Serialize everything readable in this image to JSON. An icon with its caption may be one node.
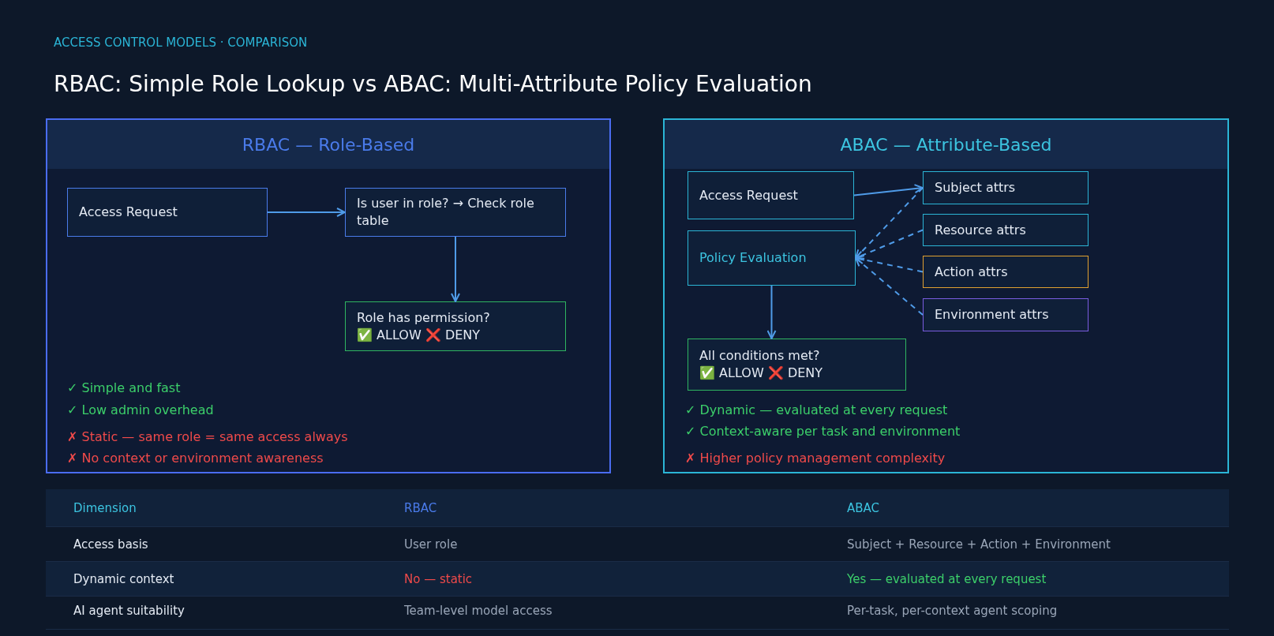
{
  "diagram": {
    "title": "RBAC: Simple Role Lookup vs ABAC: Multi-Attribute Policy Evaluation",
    "nodes": [
      {
        "text": [
          "RBAC — Role-Based"
        ]
      },
      {
        "text": [
          "Access Request"
        ],
        "in": 0
      },
      {
        "text": [
          "Is user in role? → Check role table"
        ],
        "in": 0
      },
      {
        "text": [
          "Role has permission?",
          "✅ ALLOW ❌ DENY"
        ],
        "in": 0
      },
      {
        "text": [
          "ABAC — Attribute-Based"
        ]
      },
      {
        "text": [
          "Access Request"
        ],
        "in": 4
      },
      {
        "text": [
          "Subject attrs"
        ],
        "in": 4
      },
      {
        "text": [
          "Resource attrs"
        ],
        "in": 4
      },
      {
        "text": [
          "Action attrs"
        ],
        "in": 4
      },
      {
        "text": [
          "Environment attrs"
        ],
        "in": 4
      },
      {
        "text": [
          "Policy Evaluation"
        ],
        "in": 4
      },
      {
        "text": [
          "All conditions met?",
          "✅ ALLOW ❌ DENY"
        ],
        "in": 4
      }
    ],
    "edges": [
      {
        "from": 1,
        "to": 2,
        "arrow": "to"
      },
      {
        "from": 2,
        "to": 3,
        "arrow": "to"
      },
      {
        "from": 5,
        "to": 6,
        "arrow": "to"
      },
      {
        "from": 6,
        "to": 10,
        "arrow": "to",
        "style": "dashed"
      },
      {
        "from": 7,
        "to": 10,
        "arrow": "to",
        "style": "dashed"
      },
      {
        "from": 8,
        "to": 10,
        "arrow": "to",
        "style": "dashed"
      },
      {
        "from": 9,
        "to": 10,
        "arrow": "to",
        "style": "dashed"
      },
      {
        "from": 10,
        "to": 11,
        "arrow": "to"
      }
    ],
    "labels": [
      "ACCESS CONTROL MODELS · COMPARISON",
      "✓ Simple and fast",
      "✓ Low admin overhead",
      "✗ Static — same role = same access always",
      "✗ No context or environment awareness",
      "✓ Dynamic — evaluated at every request",
      "✓ Context-aware per task and environment",
      "✗ Higher policy management complexity",
      "Dimension",
      "RBAC",
      "ABAC",
      "Access basis",
      "User role",
      "Subject + Resource + Action + Environment",
      "Dynamic context",
      "No — static",
      "Yes — evaluated at every request",
      "AI agent suitability",
      "Team-level model access",
      "Per-task, per-context agent scoping"
    ]
  }
}
